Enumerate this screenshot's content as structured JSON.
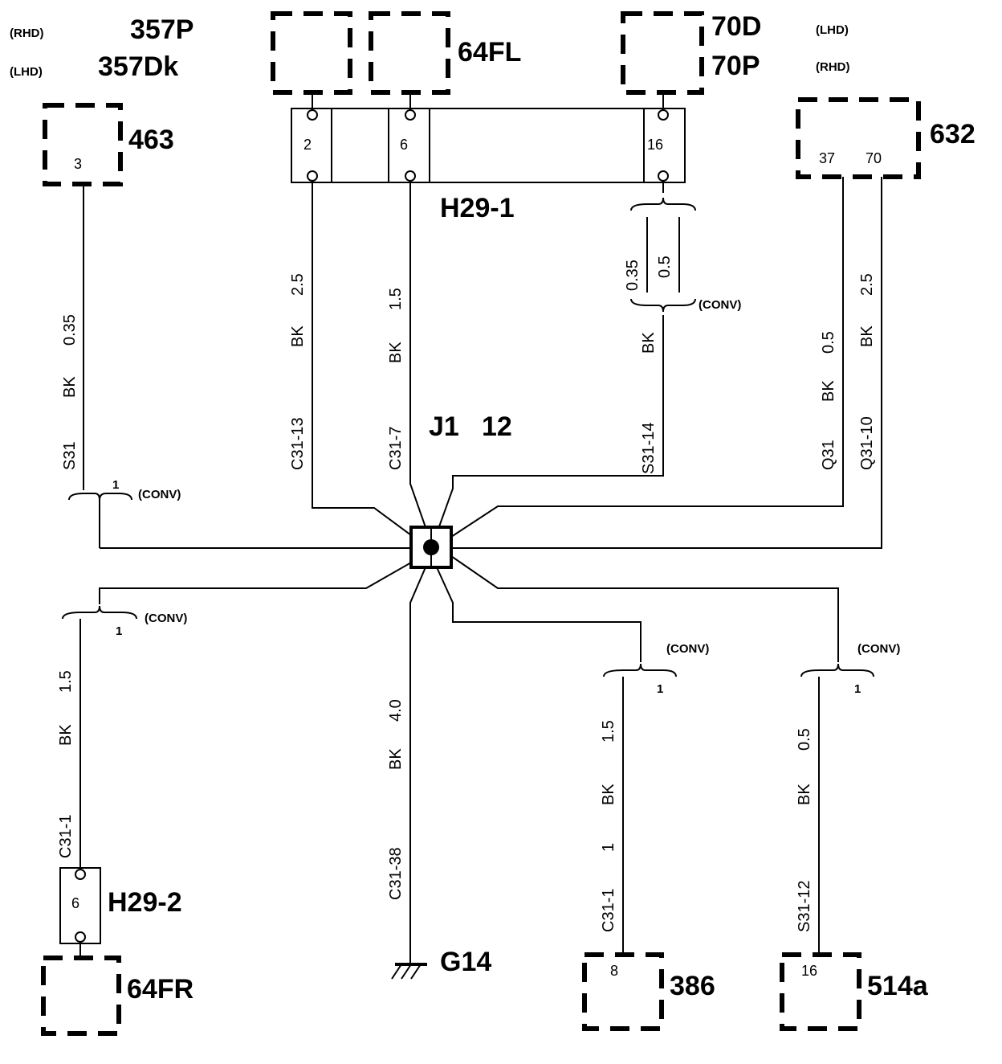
{
  "components": {
    "c357p": "357P",
    "c357dk": "357Dk",
    "rhd1": "(RHD)",
    "lhd1": "(LHD)",
    "c463": "463",
    "c463_pin": "3",
    "c64fl": "64FL",
    "c70d": "70D",
    "c70p": "70P",
    "lhd2": "(LHD)",
    "rhd2": "(RHD)",
    "c632": "632",
    "c632_pin_a": "37",
    "c632_pin_b": "70",
    "h29_1": "H29-1",
    "h29_1_pins": [
      "2",
      "6",
      "16"
    ],
    "j1": "J1",
    "j1_num": "12",
    "h29_2": "H29-2",
    "h29_2_pin": "6",
    "c64fr": "64FR",
    "g14": "G14",
    "c386": "386",
    "c386_pin": "8",
    "c514a": "514a",
    "c514a_pin": "16"
  },
  "wires": {
    "w463": [
      "S31",
      "BK",
      "0.35"
    ],
    "w463_pin": "1",
    "wc31_13": [
      "C31-13",
      "BK",
      "2.5"
    ],
    "wc31_7": [
      "C31-7",
      "BK",
      "1.5"
    ],
    "ws31_14": [
      "S31-14",
      "BK"
    ],
    "w16_a": "0.35",
    "w16_b": "0.5",
    "wq31": [
      "Q31",
      "BK",
      "0.5"
    ],
    "wq31_10": [
      "Q31-10",
      "BK",
      "2.5"
    ],
    "wh29_2": [
      "C31-1",
      "BK",
      "1.5"
    ],
    "wh29_2_pin": "1",
    "wg14": [
      "C31-38",
      "BK",
      "4.0"
    ],
    "w386": [
      "C31-1",
      "1",
      "BK",
      "1.5"
    ],
    "w386_pin": "1",
    "w514": [
      "S31-12",
      "BK",
      "0.5"
    ],
    "w514_pin": "1",
    "conv": "(CONV)"
  }
}
